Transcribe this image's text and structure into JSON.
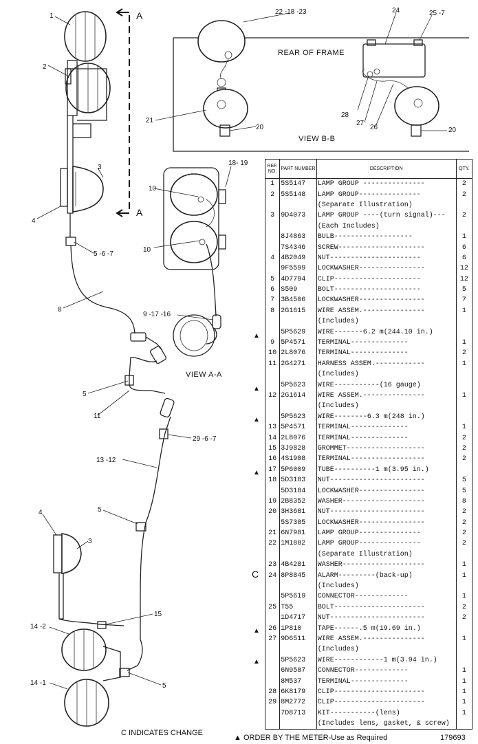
{
  "header": {
    "ref_no": "REF. NO.",
    "part_number": "PART NUMBER",
    "description": "DESCRIPTION",
    "qty": "QTY."
  },
  "parts": [
    {
      "ref": "1",
      "part": "5S5147",
      "desc": "LAMP GROUP ---------------",
      "qty": "2"
    },
    {
      "ref": "2",
      "part": "5S5148",
      "desc": "LAMP GROUP---------------",
      "qty": "2"
    },
    {
      "ref": "",
      "part": "",
      "desc": "(Separate Illustration)",
      "qty": ""
    },
    {
      "ref": "3",
      "part": "9D4073",
      "desc": "LAMP GROUP ----(turn signal)---",
      "qty": "2"
    },
    {
      "ref": "",
      "part": "",
      "desc": "(Each Includes)",
      "qty": ""
    },
    {
      "ref": "",
      "part": "8J4863",
      "desc": "   BULB-------------------",
      "qty": "1"
    },
    {
      "ref": "",
      "part": "7S4346",
      "desc": "SCREW---------------------",
      "qty": "6"
    },
    {
      "ref": "4",
      "part": "4B2049",
      "desc": "NUT----------------------",
      "qty": "6"
    },
    {
      "ref": "",
      "part": "9F5599",
      "desc": "LOCKWASHER----------------",
      "qty": "12"
    },
    {
      "ref": "5",
      "part": "4D7794",
      "desc": "CLIP---------------------",
      "qty": "12"
    },
    {
      "ref": "6",
      "part": "S509",
      "desc": "BOLT---------------------",
      "qty": "5"
    },
    {
      "ref": "7",
      "part": "3B4506",
      "desc": "LOCKWASHER----------------",
      "qty": "7"
    },
    {
      "ref": "8",
      "part": "2G1615",
      "desc": "WIRE ASSEM.---------------",
      "qty": "1"
    },
    {
      "ref": "",
      "part": "",
      "desc": "(Includes)",
      "qty": ""
    },
    {
      "ref": "",
      "part": "5P5629",
      "desc": "   WIRE-------6.2 m(244.10 in.)",
      "qty": ""
    },
    {
      "ref": "9",
      "part": "5P4571",
      "desc": "   TERMINAL--------------",
      "qty": "1"
    },
    {
      "ref": "10",
      "part": "2L8076",
      "desc": "   TERMINAL--------------",
      "qty": "2"
    },
    {
      "ref": "11",
      "part": "2G4271",
      "desc": "HARNESS ASSEM.------------",
      "qty": "1"
    },
    {
      "ref": "",
      "part": "",
      "desc": "(Includes)",
      "qty": ""
    },
    {
      "ref": "",
      "part": "5P5623",
      "desc": "   WIRE-----------(16 gauge)",
      "qty": ""
    },
    {
      "ref": "12",
      "part": "2G1614",
      "desc": "WIRE ASSEM.---------------",
      "qty": "1"
    },
    {
      "ref": "",
      "part": "",
      "desc": "(Includes)",
      "qty": ""
    },
    {
      "ref": "",
      "part": "5P5623",
      "desc": "   WIRE--------6.3 m(248 in.)",
      "qty": ""
    },
    {
      "ref": "13",
      "part": "5P4571",
      "desc": "   TERMINAL--------------",
      "qty": "1"
    },
    {
      "ref": "14",
      "part": "2L8076",
      "desc": "   TERMINAL--------------",
      "qty": "2"
    },
    {
      "ref": "15",
      "part": "3J9828",
      "desc": "GROMMET-------------------",
      "qty": "2"
    },
    {
      "ref": "16",
      "part": "4S1988",
      "desc": "TERMINAL------------------",
      "qty": "2"
    },
    {
      "ref": "17",
      "part": "5P6009",
      "desc": "TUBE----------1 m(3.95 in.)",
      "qty": ""
    },
    {
      "ref": "18",
      "part": "5D3183",
      "desc": "NUT-----------------------",
      "qty": "5"
    },
    {
      "ref": "",
      "part": "5D3184",
      "desc": "LOCKWASHER----------------",
      "qty": "5"
    },
    {
      "ref": "19",
      "part": "2B8352",
      "desc": "WASHER--------------------",
      "qty": "8"
    },
    {
      "ref": "20",
      "part": "3H3681",
      "desc": "NUT-----------------------",
      "qty": "2"
    },
    {
      "ref": "",
      "part": "5S7385",
      "desc": "LOCKWASHER----------------",
      "qty": "2"
    },
    {
      "ref": "21",
      "part": "6N7981",
      "desc": "LAMP GROUP---------------",
      "qty": "2"
    },
    {
      "ref": "22",
      "part": "1M1882",
      "desc": "LAMP GROUP---------------",
      "qty": "2"
    },
    {
      "ref": "",
      "part": "",
      "desc": "(Separate Illustration)",
      "qty": ""
    },
    {
      "ref": "23",
      "part": "4B4281",
      "desc": "WASHER--------------------",
      "qty": "1"
    },
    {
      "ref": "24",
      "part": "8P8845",
      "desc": "ALARM---------(back-up)",
      "qty": "1"
    },
    {
      "ref": "",
      "part": "",
      "desc": "(Includes)",
      "qty": ""
    },
    {
      "ref": "",
      "part": "5P5619",
      "desc": "   CONNECTOR-------------",
      "qty": "1"
    },
    {
      "ref": "25",
      "part": "T55",
      "desc": "BOLT----------------------",
      "qty": "2"
    },
    {
      "ref": "",
      "part": "1D4717",
      "desc": "NUT-----------------------",
      "qty": "2"
    },
    {
      "ref": "26",
      "part": "1P810",
      "desc": "TAPE------.5 m(19.69 in.)",
      "qty": ""
    },
    {
      "ref": "27",
      "part": "9D6511",
      "desc": "WIRE ASSEM.---------------",
      "qty": "1"
    },
    {
      "ref": "",
      "part": "",
      "desc": "(Includes)",
      "qty": ""
    },
    {
      "ref": "",
      "part": "5P5623",
      "desc": "   WIRE------------1 m(3.94 in.)",
      "qty": ""
    },
    {
      "ref": "",
      "part": "6N9587",
      "desc": "   CONNECTOR-------------",
      "qty": "1"
    },
    {
      "ref": "",
      "part": "8M537",
      "desc": "   TERMINAL--------------",
      "qty": "1"
    },
    {
      "ref": "28",
      "part": "6K8179",
      "desc": "CLIP----------------------",
      "qty": "1"
    },
    {
      "ref": "29",
      "part": "8M2772",
      "desc": "CLIP----------------------",
      "qty": "1"
    },
    {
      "ref": "",
      "part": "7D8713",
      "desc": "KIT-----------(lens)",
      "qty": "1"
    },
    {
      "ref": "",
      "part": "",
      "desc": "(Includes lens, gasket, & screw)",
      "qty": ""
    }
  ],
  "callouts": {
    "c1": "1",
    "c2": "2",
    "c3a": "3",
    "c4a": "4",
    "c567a": "5 -6 -7",
    "c8": "8",
    "c5b": "5",
    "c11": "11",
    "c29": "29 -6 -7",
    "c1312": "13 -12",
    "c5c": "5",
    "c4b": "4",
    "c3b": "3",
    "c15": "15",
    "c142": "14 -2",
    "c141": "14 -1",
    "c5d": "5",
    "c10a": "10",
    "c10b": "10",
    "c1819": "18- 19",
    "c91716": "9 -17 -16",
    "c221823": "22 -18 -23",
    "c24": "24",
    "c257": "25 -7",
    "c21": "21",
    "c20a": "20",
    "c28": "28",
    "c27": "27",
    "c26": "26",
    "c20b": "20",
    "cmark": "C"
  },
  "labels": {
    "section_a_top": "A",
    "section_a_bottom": "A",
    "rear_of_frame": "REAR OF FRAME",
    "view_bb": "VIEW B-B",
    "view_aa": "VIEW A-A"
  },
  "footer": {
    "change_note": "C INDICATES CHANGE",
    "meter_note": "▲ ORDER BY THE METER-Use as Required",
    "figure_number": "179693"
  },
  "meter_marker": "▲"
}
